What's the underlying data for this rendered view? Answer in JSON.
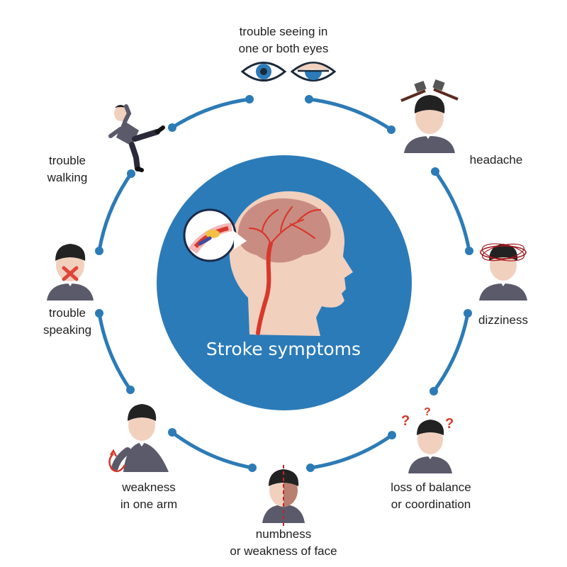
{
  "center": {
    "title": "Stroke symptoms"
  },
  "colors": {
    "ring": "#2c7bb6",
    "center_circle": "#2b7bb9",
    "skin": "#f1d0be",
    "brain": "#c98c83",
    "artery": "#d8382b",
    "hair": "#222222",
    "shirt": "#5b5a6b",
    "cross": "#e0463a"
  },
  "symptoms": [
    {
      "id": "vision",
      "icon": "eyes-icon",
      "lines": [
        "trouble seeing in",
        "one or both eyes"
      ]
    },
    {
      "id": "headache",
      "icon": "headache-hammers-icon",
      "lines": [
        "headache"
      ]
    },
    {
      "id": "dizziness",
      "icon": "dizziness-rings-icon",
      "lines": [
        "dizziness"
      ]
    },
    {
      "id": "balance",
      "icon": "question-marks-icon",
      "lines": [
        "loss of balance",
        "or coordination"
      ]
    },
    {
      "id": "face",
      "icon": "half-face-icon",
      "lines": [
        "numbness",
        "or weakness of face"
      ]
    },
    {
      "id": "arm",
      "icon": "weak-arm-icon",
      "lines": [
        "weakness",
        "in one arm"
      ]
    },
    {
      "id": "speaking",
      "icon": "covered-mouth-icon",
      "lines": [
        "trouble",
        "speaking"
      ]
    },
    {
      "id": "walking",
      "icon": "stumbling-man-icon",
      "lines": [
        "trouble",
        "walking"
      ]
    }
  ]
}
